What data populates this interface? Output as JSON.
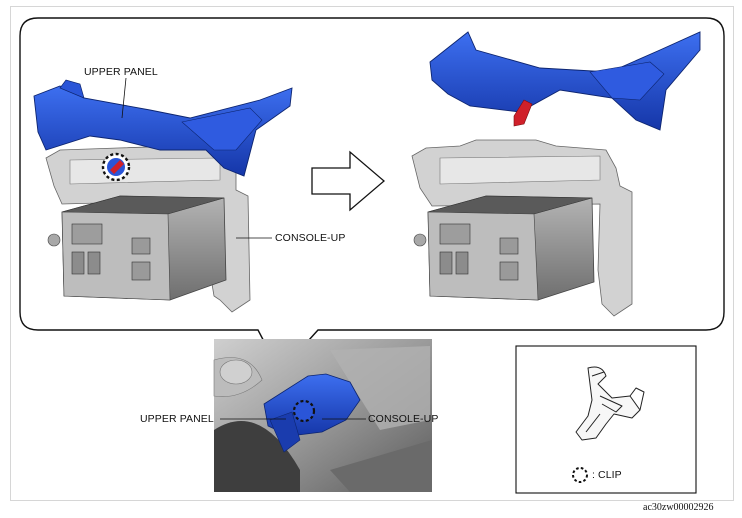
{
  "labels": {
    "upper_panel_top": "UPPER PANEL",
    "console_up_top": "CONSOLE-UP",
    "upper_panel_bottom": "UPPER PANEL",
    "console_up_bottom": "CONSOLE-UP",
    "clip_legend": ": CLIP"
  },
  "document_code": "ac30zw00002926",
  "colors": {
    "panel_blue": "#1f4fd0",
    "panel_blue_dark": "#12309a",
    "clip_red": "#d0202a",
    "unit_grey": "#8a8a8a",
    "bracket_grey": "#c9c9c9"
  }
}
